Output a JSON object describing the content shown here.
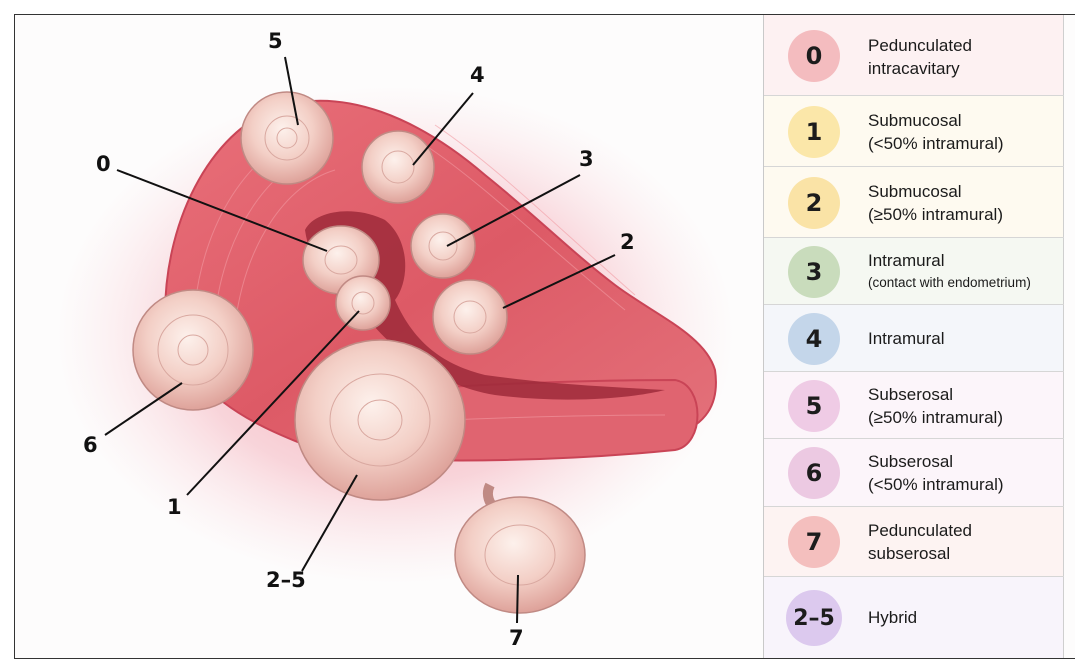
{
  "diagram": {
    "labels": [
      {
        "id": "label-0",
        "text": "0"
      },
      {
        "id": "label-1",
        "text": "1"
      },
      {
        "id": "label-2",
        "text": "2"
      },
      {
        "id": "label-3",
        "text": "3"
      },
      {
        "id": "label-4",
        "text": "4"
      },
      {
        "id": "label-5",
        "text": "5"
      },
      {
        "id": "label-6",
        "text": "6"
      },
      {
        "id": "label-2-5",
        "text": "2–5"
      },
      {
        "id": "label-7",
        "text": "7"
      }
    ]
  },
  "legend": {
    "rows": [
      {
        "code": "0",
        "line1": "Pedunculated",
        "line2": "intracavitary",
        "color": "#f4bcbf",
        "bg": "#fdf1f2"
      },
      {
        "code": "1",
        "line1": "Submucosal",
        "line2": "(<50% intramural)",
        "color": "#fbe7a9",
        "bg": "#fefaf0"
      },
      {
        "code": "2",
        "line1": "Submucosal",
        "line2": "(≥50% intramural)",
        "color": "#fae3a6",
        "bg": "#fefaf0"
      },
      {
        "code": "3",
        "line1": "Intramural",
        "line2": "(contact with endometrium)",
        "color": "#c9dcbc",
        "bg": "#f5f8f2"
      },
      {
        "code": "4",
        "line1": "Intramural",
        "line2": "",
        "color": "#c4d6ea",
        "bg": "#f4f6fa"
      },
      {
        "code": "5",
        "line1": "Subserosal",
        "line2": "(≥50% intramural)",
        "color": "#efcbe5",
        "bg": "#fcf5fa"
      },
      {
        "code": "6",
        "line1": "Subserosal",
        "line2": "(<50% intramural)",
        "color": "#ecc9e2",
        "bg": "#fcf5fa"
      },
      {
        "code": "7",
        "line1": "Pedunculated",
        "line2": "subserosal",
        "color": "#f4bfbe",
        "bg": "#fdf3f2"
      },
      {
        "code": "2–5",
        "line1": "Hybrid",
        "line2": "",
        "color": "#dcc9ee",
        "bg": "#f8f4fb"
      }
    ]
  }
}
